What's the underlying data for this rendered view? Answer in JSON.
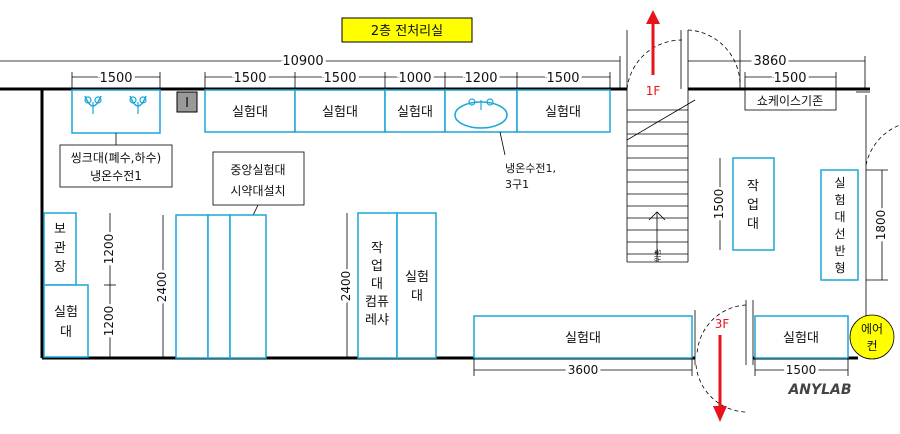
{
  "title": "2층 전처리실",
  "dimensions": {
    "top_total": "10900",
    "top_right": "3860",
    "sink": "1500",
    "bench1": "1500",
    "bench2": "1500",
    "bench3": "1000",
    "bench4": "1200",
    "bench5": "1500",
    "showcase": "1500",
    "left_upper": "1200",
    "left_lower": "1200",
    "central_height": "2400",
    "computer_height": "2400",
    "workbench_right": "1500",
    "far_right": "1800",
    "bottom_bench": "3600",
    "bottom_right": "1500"
  },
  "labels": {
    "bench1": "실험대",
    "bench2": "실험대",
    "bench3": "실험대",
    "bench5": "실험대",
    "sink_note_1": "씽크대(폐수,하수)",
    "sink_note_2": "냉온수전1",
    "central_1": "중앙실험대",
    "central_2": "시약대설치",
    "faucet_note_1": "냉온수전1,",
    "faucet_note_2": "3구1",
    "showcase": "쇼케이스기존",
    "storage": [
      "보",
      "관",
      "장"
    ],
    "left_bench": [
      "실험",
      "대"
    ],
    "computer_workbench": [
      "작",
      "업",
      "대",
      "컴퓨",
      "레샤"
    ],
    "side_bench": [
      "실험",
      "대"
    ],
    "work_table": [
      "작",
      "업",
      "대"
    ],
    "far_right_bench": [
      "실",
      "험",
      "대",
      "선",
      "반",
      "형"
    ],
    "bottom_bench": "실험대",
    "bottom_right_bench": "실험대",
    "aircon": [
      "에어",
      "컨"
    ],
    "stair_note": "위층",
    "floor_up": "1F",
    "floor_down": "3F",
    "brand": "ANYLAB"
  },
  "colors": {
    "title_bg": "#ffff00",
    "box_stroke": "#1aa6d8",
    "arrow": "#e8141c",
    "aircon_bg": "#ffff00",
    "brand": "#444444"
  }
}
